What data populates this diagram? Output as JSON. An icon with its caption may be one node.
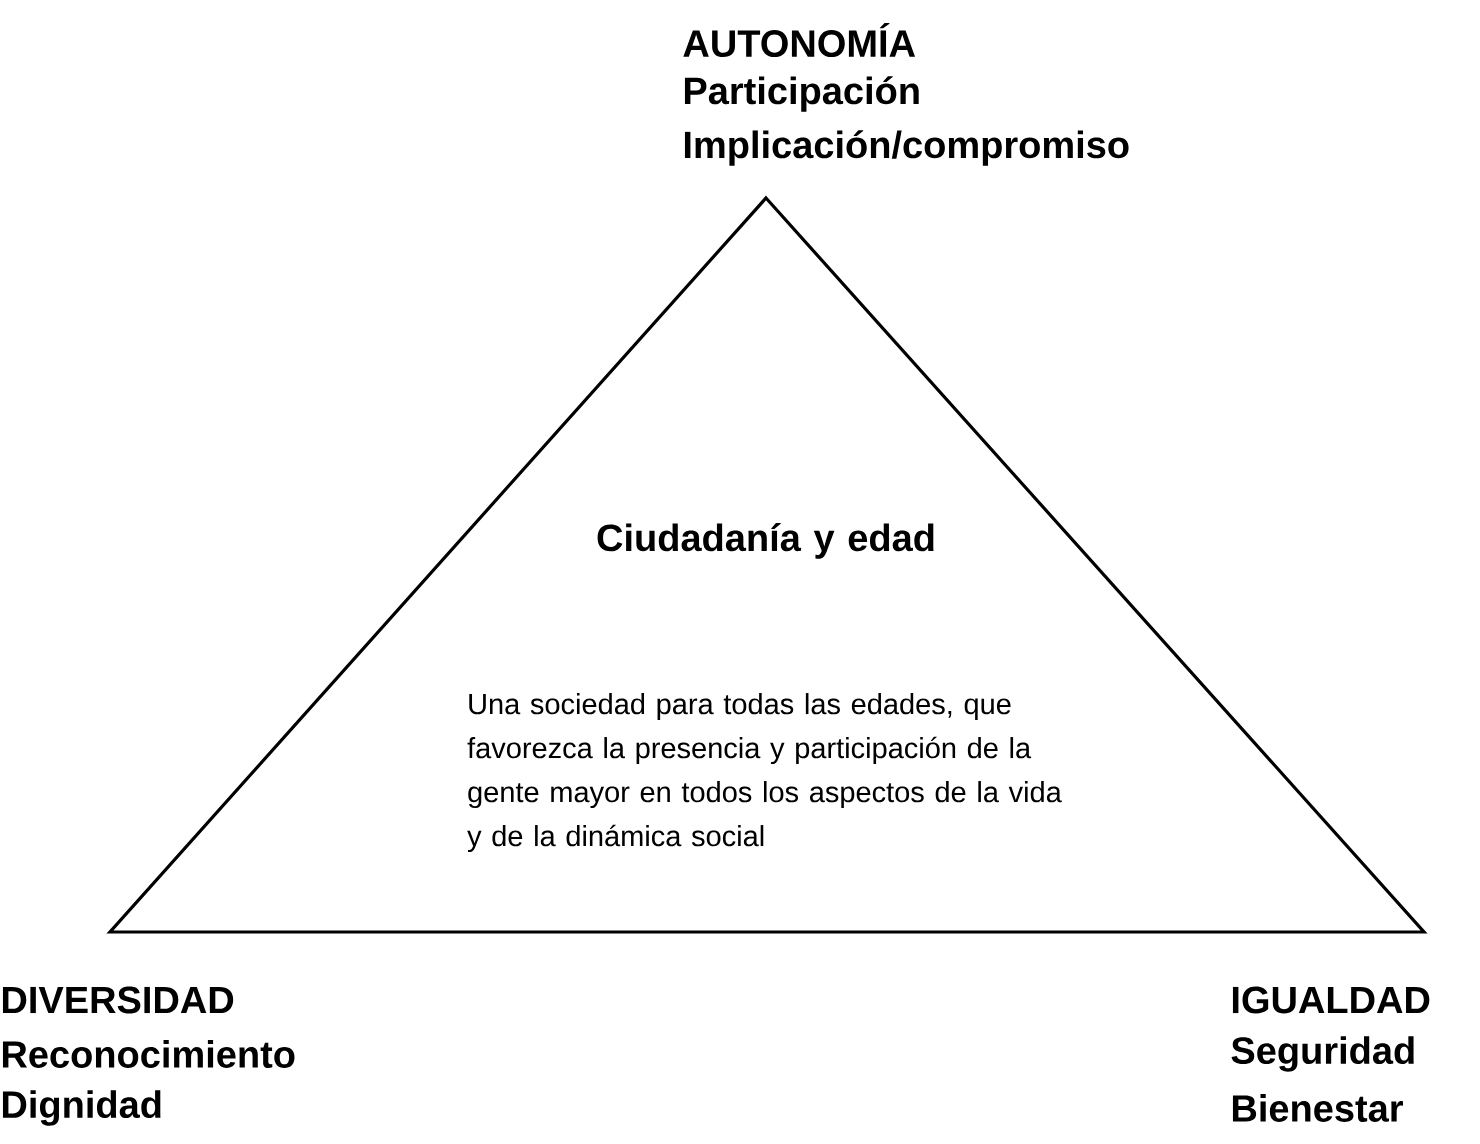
{
  "diagram": {
    "nodes": [
      {
        "text": [
          "Ciudadanía y edad",
          "Una sociedad para todas las edades, que favorezca la presencia y participación de la gente mayor en todos los aspectos de la vida y de la dinámica social"
        ]
      }
    ],
    "edges": [],
    "labels": [
      "AUTONOMÍA",
      "Participación",
      "Implicación/compromiso",
      "DIVERSIDAD",
      "Reconocimiento",
      "Dignidad",
      "IGUALDAD",
      "Seguridad",
      "Bienestar"
    ]
  }
}
